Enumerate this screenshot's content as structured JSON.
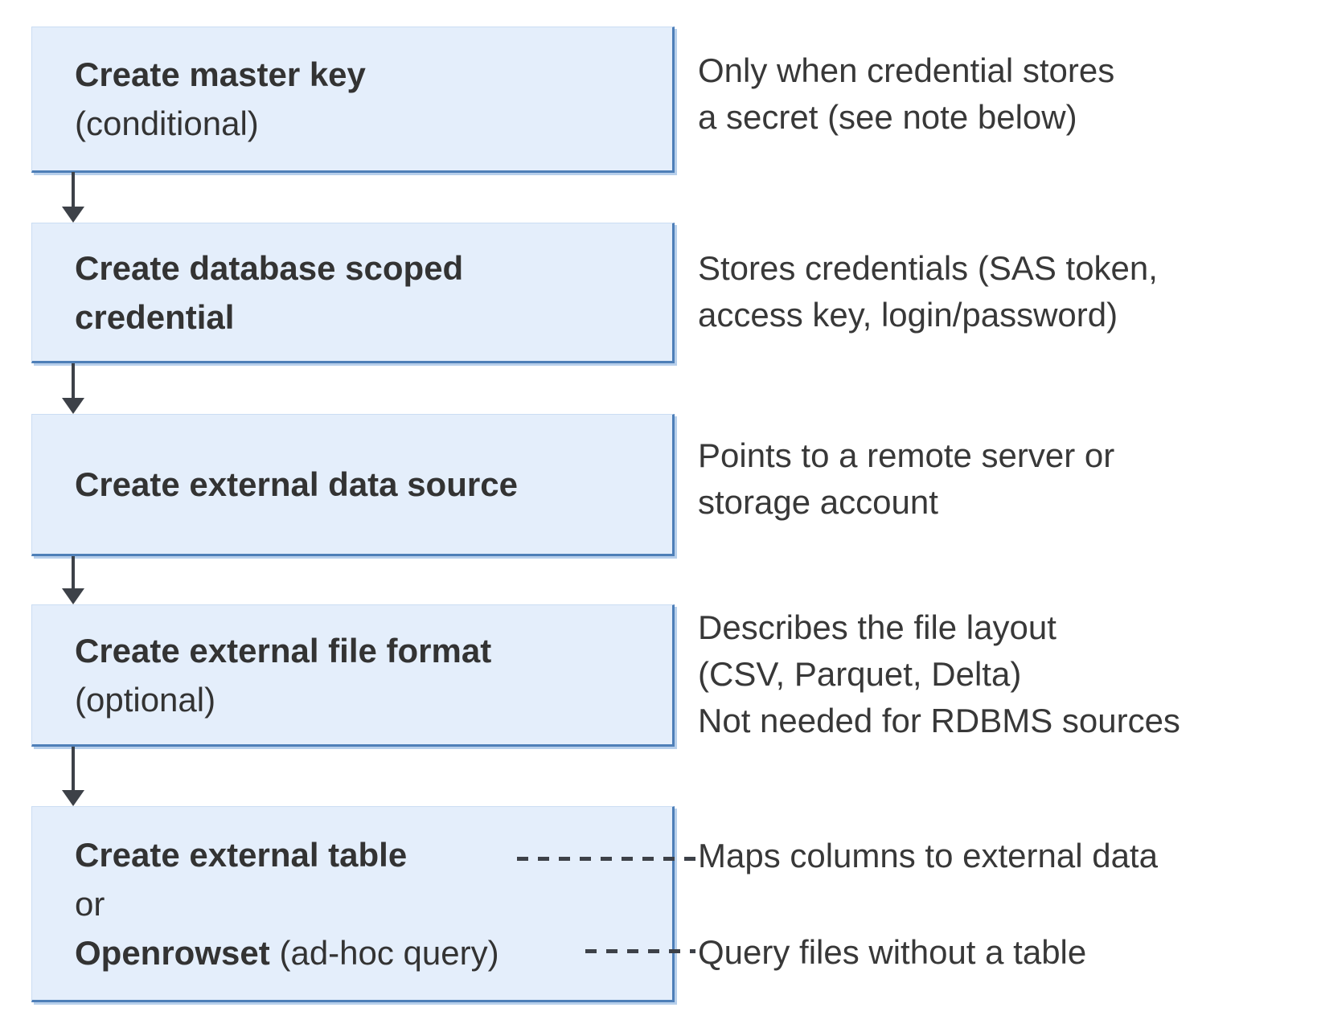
{
  "colors": {
    "box_fill": "#e4eefb",
    "box_border": "#4e7fb8",
    "box_shadow": "#b7cfeb",
    "title_text": "#333333",
    "description_text": "#383838",
    "connector": "#3d4148"
  },
  "steps": [
    {
      "title": "Create master key",
      "qualifier": "(conditional)",
      "desc_lines": [
        "Only when credential stores",
        "a secret (see note below)"
      ]
    },
    {
      "title_lines": [
        "Create database scoped",
        "credential"
      ],
      "desc_lines": [
        "Stores credentials (SAS token,",
        "access key, login/password)"
      ]
    },
    {
      "title": "Create external data source",
      "desc_lines": [
        "Points to a remote server or",
        "storage account"
      ]
    },
    {
      "title": "Create external file format",
      "qualifier": "(optional)",
      "desc_lines": [
        "Describes the file layout",
        "(CSV, Parquet, Delta)",
        "Not needed for RDBMS sources"
      ]
    },
    {
      "option1": "Create external table",
      "conjunction": "or",
      "option2_name": "Openrowset",
      "option2_qualifier": "(ad-hoc query)",
      "desc_option1": "Maps columns to external data",
      "desc_option2": "Query files without a table"
    }
  ]
}
